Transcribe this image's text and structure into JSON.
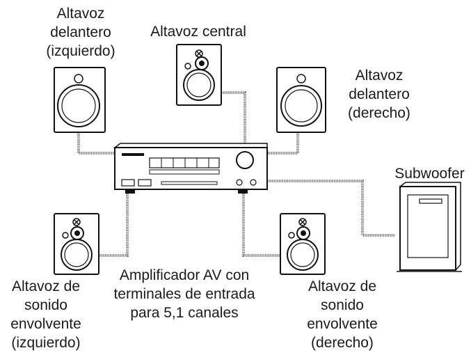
{
  "labels": {
    "front_left": [
      "Altavoz",
      "delantero",
      "(izquierdo)"
    ],
    "center": "Altavoz central",
    "front_right": [
      "Altavoz",
      "delantero",
      "(derecho)"
    ],
    "subwoofer": "Subwoofer",
    "surround_left": [
      "Altavoz de",
      "sonido",
      "envolvente",
      "(izquierdo)"
    ],
    "amplifier": [
      "Amplificador AV con",
      "terminales de entrada",
      "para 5,1 canales"
    ],
    "surround_right": [
      "Altavoz de",
      "sonido",
      "envolvente",
      "(derecho)"
    ]
  }
}
